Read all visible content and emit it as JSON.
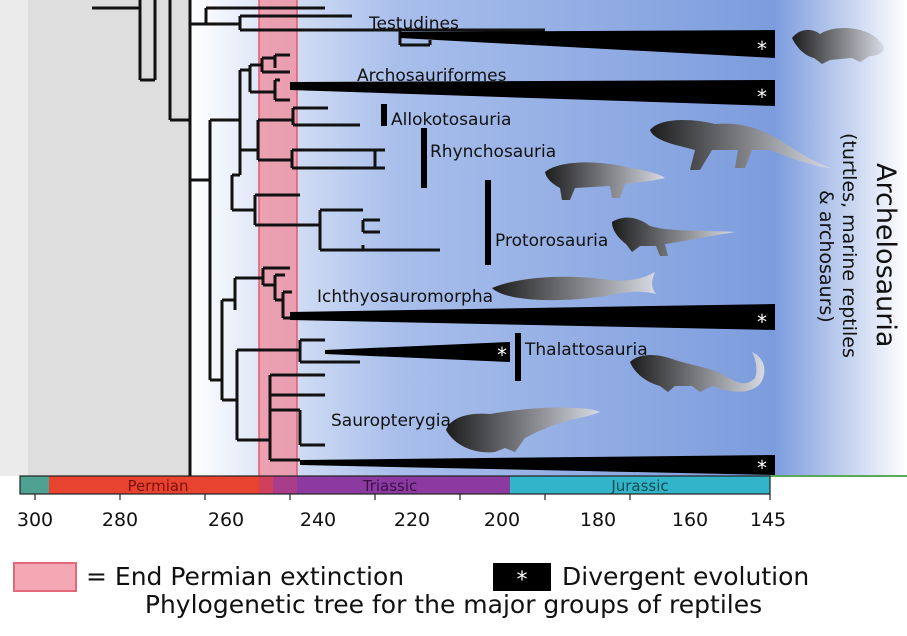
{
  "clades": [
    {
      "id": "testudines",
      "label": "Testudines"
    },
    {
      "id": "archosauriformes",
      "label": "Archosauriformes"
    },
    {
      "id": "allokotosauria",
      "label": "Allokotosauria"
    },
    {
      "id": "rhynchosauria",
      "label": "Rhynchosauria"
    },
    {
      "id": "protorosauria",
      "label": "Protorosauria"
    },
    {
      "id": "ichthyosauromorpha",
      "label": "Ichthyosauromorpha"
    },
    {
      "id": "thalattosauria",
      "label": "Thalattosauria"
    },
    {
      "id": "sauropterygia",
      "label": "Sauropterygia"
    }
  ],
  "group": {
    "name": "Archelosauria",
    "subtitle_1": "(turtles, marine reptiles",
    "subtitle_2": "& archosaurs)"
  },
  "divergence_marker": "*",
  "timescale": {
    "periods": [
      {
        "name": "",
        "color": "#4fa192"
      },
      {
        "name": "Permian",
        "color": "#e8432e"
      },
      {
        "name": "Triassic",
        "color": "#8b3ba0"
      },
      {
        "name": "Jurassic",
        "color": "#32b5c8"
      }
    ],
    "ticks": [
      "300",
      "280",
      "260",
      "240",
      "220",
      "200",
      "180",
      "160",
      "145"
    ]
  },
  "legend": {
    "extinction": "= End Permian extinction",
    "divergent_symbol": "*",
    "divergent": "Divergent evolution"
  },
  "caption": "Phylogenetic tree for the major groups of reptiles",
  "colors": {
    "extinction_band": "#f08a9a",
    "clade_wedge": "#000000",
    "background_blue": "#7f9fde"
  }
}
